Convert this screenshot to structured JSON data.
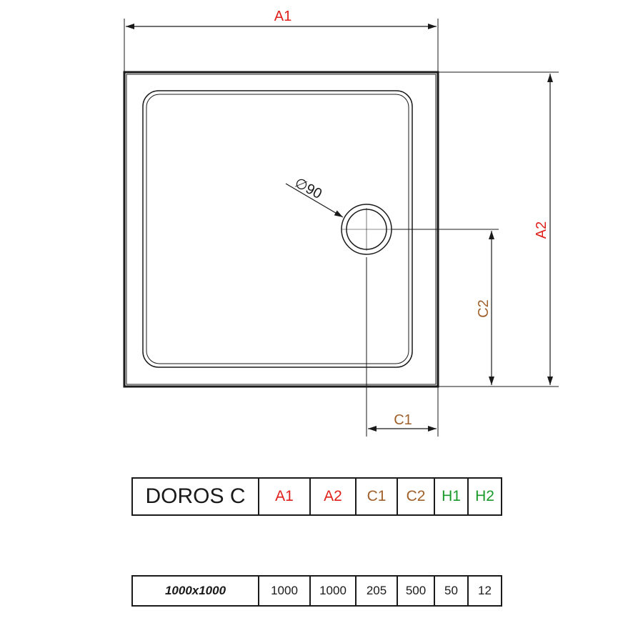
{
  "drawing": {
    "labels": {
      "a1": "A1",
      "a2": "A2",
      "c1": "C1",
      "c2": "C2",
      "drain": "∅90"
    },
    "colors": {
      "a": "#e0201b",
      "c": "#a0602a",
      "h": "#1a9a2a",
      "line": "#1a1a1a"
    }
  },
  "table": {
    "header": {
      "model": "DOROS C",
      "a1": "A1",
      "a2": "A2",
      "c1": "C1",
      "c2": "C2",
      "h1": "H1",
      "h2": "H2"
    },
    "row": {
      "size": "1000x1000",
      "a1": "1000",
      "a2": "1000",
      "c1": "205",
      "c2": "500",
      "h1": "50",
      "h2": "12"
    }
  }
}
